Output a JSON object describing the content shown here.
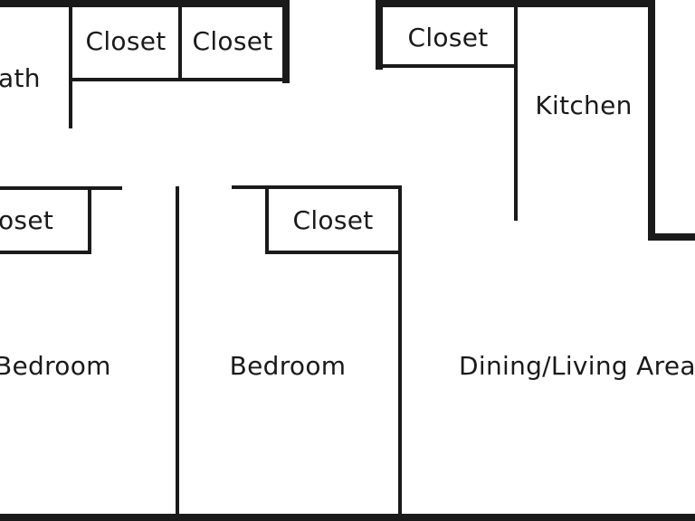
{
  "floorplan": {
    "wall_color": "#1a1a1a",
    "background_color": "#ffffff",
    "rooms": {
      "bath": "ath",
      "closet_bath_left": "Closet",
      "closet_bath_right": "Closet",
      "closet_kitchen": "Closet",
      "kitchen": "Kitchen",
      "closet_bedroom_left": "oset",
      "closet_bedroom_middle": "Closet",
      "bedroom_left": "Bedroom",
      "bedroom_middle": "Bedroom",
      "dining_living": "Dining/Living Area"
    }
  }
}
